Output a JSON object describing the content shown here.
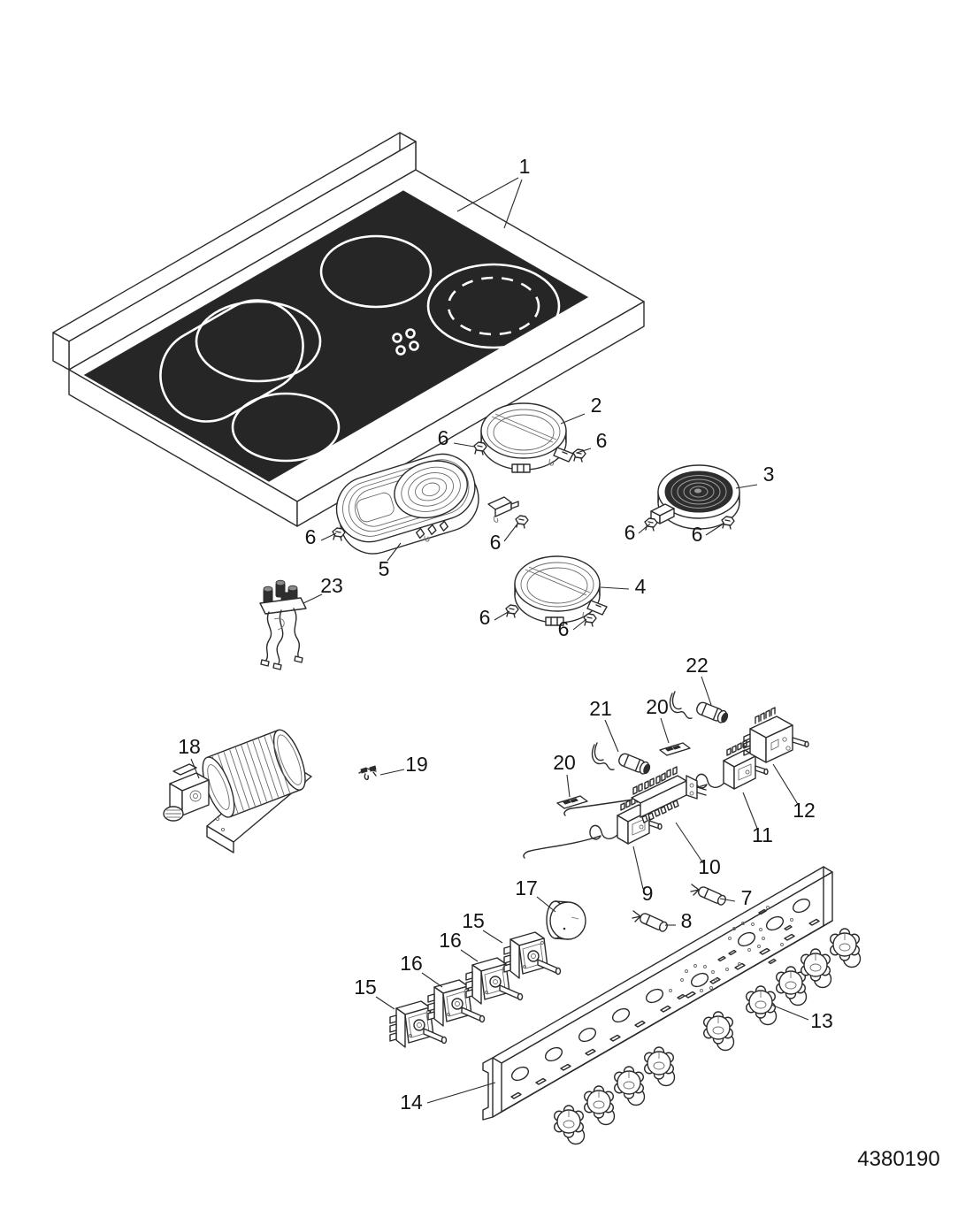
{
  "diagram": {
    "part_number": "4380190",
    "colors": {
      "background": "#ffffff",
      "line": "#2b2b2b",
      "glass": "#262626"
    },
    "callouts": {
      "c1": "1",
      "c2": "2",
      "c3": "3",
      "c4": "4",
      "c5": "5",
      "c6a": "6",
      "c6b": "6",
      "c6c": "6",
      "c6d": "6",
      "c6e": "6",
      "c6f": "6",
      "c6g": "6",
      "c6h": "6",
      "c7": "7",
      "c8": "8",
      "c9": "9",
      "c10": "10",
      "c11": "11",
      "c12": "12",
      "c13": "13",
      "c14": "14",
      "c15a": "15",
      "c15b": "15",
      "c16a": "16",
      "c16b": "16",
      "c17": "17",
      "c18": "18",
      "c19": "19",
      "c20a": "20",
      "c20b": "20",
      "c21": "21",
      "c22": "22",
      "c23": "23"
    }
  }
}
